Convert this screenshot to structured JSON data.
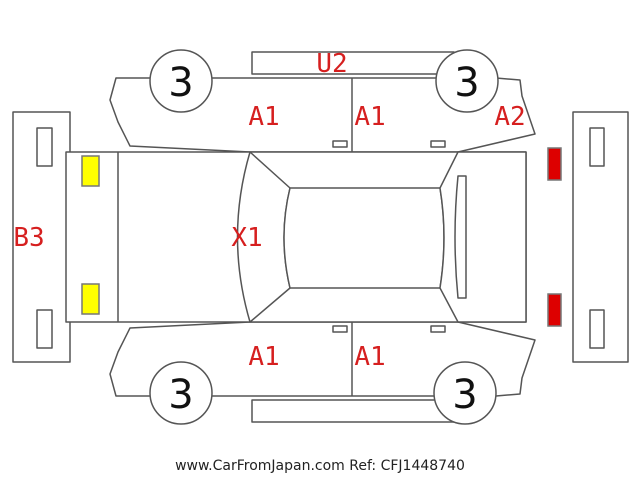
{
  "damage_codes": {
    "top_center": "U2",
    "top_front_door": "A1",
    "top_rear_door": "A1",
    "top_front_fender": "A2",
    "rear_bumper": "B3",
    "hood": "X1",
    "bottom_front_door": "A1",
    "bottom_rear_door": "A1"
  },
  "tyres": {
    "top_left": "3",
    "top_right": "3",
    "bottom_left": "3",
    "bottom_right": "3"
  },
  "lamps": {
    "rear_color": "#ffff00",
    "front_color": "#dd0000"
  },
  "footer": {
    "text": "www.CarFromJapan.com Ref: CFJ1448740"
  }
}
